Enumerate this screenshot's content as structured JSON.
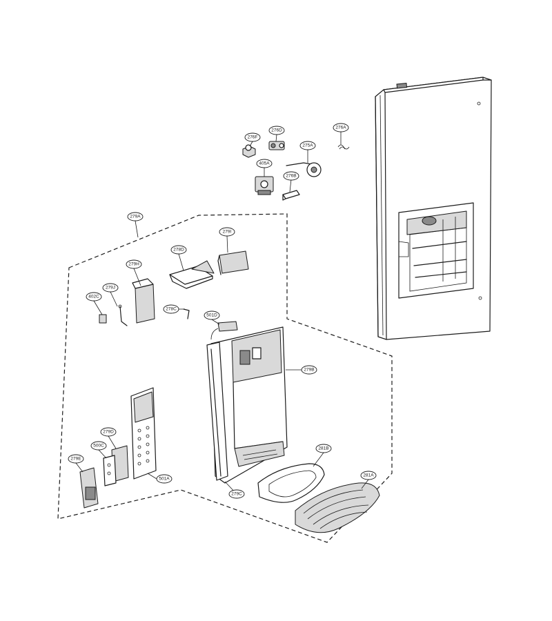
{
  "callouts": {
    "c276F": "276F",
    "c276D": "276D",
    "c276A": "276A",
    "c275A": "275A",
    "c405A": "405A",
    "c276B": "276B",
    "c279A": "279A",
    "c279I": "279I",
    "c278D": "278D",
    "c279H": "279H",
    "c279J": "279J",
    "c402C": "402C",
    "c278C": "278C",
    "c501D": "501D",
    "c279B": "279B",
    "c279D": "279D",
    "c500C": "500C",
    "c279E": "279E",
    "c501A": "501A",
    "c281B": "281B",
    "c279C": "279C",
    "c281A": "281A"
  }
}
